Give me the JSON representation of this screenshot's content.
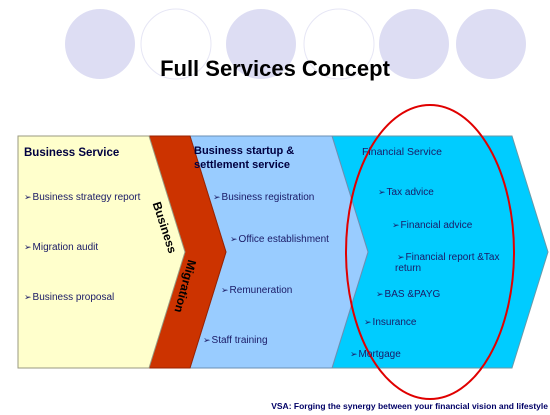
{
  "title": "Full Services Concept",
  "colors": {
    "circle_fill": "#ddddf3",
    "panel1_fill": "#ffffcc",
    "panel2_fill": "#99ccff",
    "panel3_fill": "#00ccff",
    "band_fill": "#cc3300",
    "highlight_ellipse": "#e00000"
  },
  "panels": [
    {
      "heading": "Business Service",
      "items": [
        "Business strategy report",
        "Migration audit",
        "Business proposal"
      ]
    },
    {
      "heading_line1": "Business startup &",
      "heading_line2": "settlement service",
      "items": [
        "Business registration",
        "Office establishment",
        "Remuneration",
        "Staff training"
      ]
    },
    {
      "heading": "Financial Service",
      "items": [
        "Tax advice",
        "Financial advice",
        "Financial report &Tax",
        "return",
        "BAS &PAYG",
        "Insurance",
        "Mortgage"
      ]
    }
  ],
  "band": {
    "upper_label": "Business",
    "lower_label": "Migration"
  },
  "footer": "VSA: Forging the synergy between your financial vision and lifestyle",
  "arrow_glyph": "➢"
}
